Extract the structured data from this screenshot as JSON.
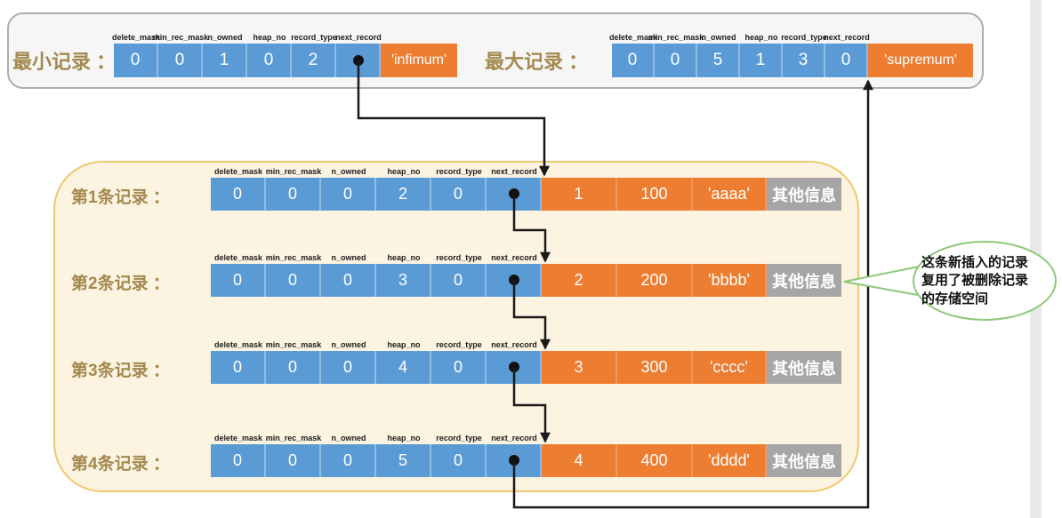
{
  "field_headers": [
    "delete_mask",
    "min_rec_mask",
    "n_owned",
    "heap_no",
    "record_type",
    "next_record"
  ],
  "top_section": {
    "min_record": {
      "label": "最小记录 ：",
      "values": [
        "0",
        "0",
        "1",
        "0",
        "2"
      ],
      "name_cell": "'infimum'"
    },
    "max_record": {
      "label": "最大记录 ：",
      "values": [
        "0",
        "0",
        "5",
        "1",
        "3",
        "0"
      ],
      "name_cell": "'supremum'"
    }
  },
  "records": [
    {
      "label": "第1条记录 ：",
      "values": [
        "0",
        "0",
        "0",
        "2",
        "0"
      ],
      "data": [
        "1",
        "100",
        "'aaaa'"
      ],
      "extra": "其他信息"
    },
    {
      "label": "第2条记录 ：",
      "values": [
        "0",
        "0",
        "0",
        "3",
        "0"
      ],
      "data": [
        "2",
        "200",
        "'bbbb'"
      ],
      "extra": "其他信息"
    },
    {
      "label": "第3条记录 ：",
      "values": [
        "0",
        "0",
        "0",
        "4",
        "0"
      ],
      "data": [
        "3",
        "300",
        "'cccc'"
      ],
      "extra": "其他信息"
    },
    {
      "label": "第4条记录 ：",
      "values": [
        "0",
        "0",
        "0",
        "5",
        "0"
      ],
      "data": [
        "4",
        "400",
        "'dddd'"
      ],
      "extra": "其他信息"
    }
  ],
  "callout": {
    "lines": [
      "这条新插入的记录",
      "复用了被删除记录",
      "的存储空间"
    ]
  },
  "colors": {
    "cell_blue": "#5B9BD5",
    "cell_orange": "#ED7D31",
    "cell_gray": "#A6A6A6",
    "label_gold": "#A3894E",
    "yellow_box_fill": "#FCF3E1",
    "yellow_box_border": "#EDC96D",
    "top_box_fill": "#F6F6F6",
    "callout_green": "#8DC87A",
    "arrow_black": "#1A1A1A"
  }
}
